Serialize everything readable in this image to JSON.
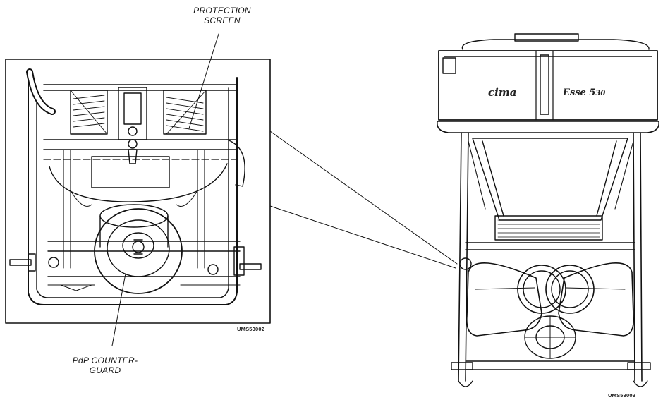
{
  "labels": {
    "protection_screen_line1": "PROTECTION",
    "protection_screen_line2": "SCREEN",
    "pdp_line1": "PdP COUNTER-",
    "pdp_line2": "GUARD"
  },
  "codes": {
    "detail": "UMS53002",
    "overview": "UMS53003"
  },
  "machine": {
    "brand": "cima",
    "model": "Esse 5",
    "model_suffix": "30"
  },
  "colors": {
    "ink": "#111111",
    "background": "#ffffff"
  }
}
